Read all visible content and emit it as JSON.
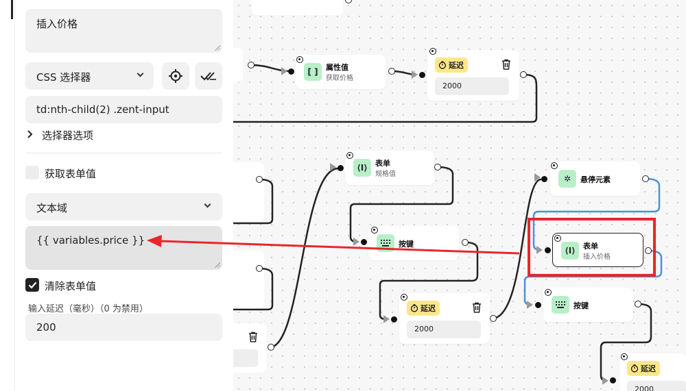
{
  "panel": {
    "description_value": "插入价格",
    "selector_type": "CSS 选择器",
    "selector_value": "td:nth-child(2) .zent-input",
    "selector_options_label": "选择器选项",
    "get_form_value_label": "获取表单值",
    "get_form_value_checked": false,
    "form_type": "文本域",
    "text_value": "{{ variables.price }}",
    "clear_form_value_label": "清除表单值",
    "clear_form_value_checked": true,
    "input_delay_label": "输入延迟（毫秒）（0 为禁用）",
    "input_delay_value": "200"
  },
  "nodes": {
    "top_partial_title": "",
    "attr_value": {
      "title": "属性值",
      "subtitle": "获取价格",
      "icon": "brackets-icon"
    },
    "delay_1": {
      "label": "延迟",
      "value": "2000",
      "icon": "timer-icon"
    },
    "form_spec": {
      "title": "表单",
      "subtitle": "规格值",
      "icon": "text-cursor-icon"
    },
    "hover": {
      "title": "悬停元素",
      "icon": "pointer-click-icon"
    },
    "keypress_1": {
      "title": "按键",
      "icon": "keyboard-icon"
    },
    "form_price": {
      "title": "表单",
      "subtitle": "插入价格",
      "icon": "text-cursor-icon"
    },
    "delay_2": {
      "label": "延迟",
      "value": "2000",
      "icon": "timer-icon"
    },
    "keypress_2": {
      "title": "按键",
      "icon": "keyboard-icon"
    },
    "delay_3": {
      "label": "延迟",
      "value": "2000",
      "icon": "timer-icon"
    }
  },
  "colors": {
    "icon_bg": "#b8efc9",
    "badge_bg": "#fde68a",
    "annotation_red": "#e8262d",
    "active_wire": "#4a90e2"
  }
}
